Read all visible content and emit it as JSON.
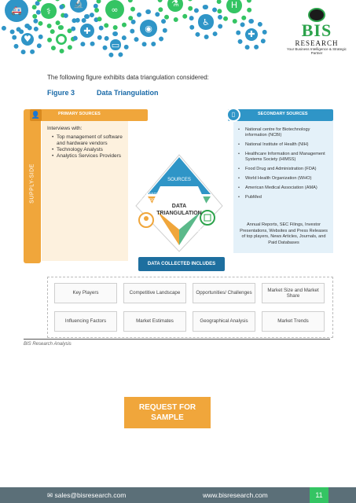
{
  "header": {
    "logo_name": "BIS",
    "logo_sub": "RESEARCH",
    "logo_tagline": "Your Business Intelligence & Strategic Partner",
    "gear_icons": [
      "ambulance-icon",
      "doctor-icon",
      "microscope-icon",
      "heart-rate-icon",
      "pill-icon",
      "syringe-icon",
      "dna-icon",
      "camera-icon",
      "flask-icon",
      "wheelchair-icon",
      "hospital-icon",
      "medicine-icon",
      "bed-icon"
    ]
  },
  "intro_text": "The following figure exhibits data triangulation considered:",
  "figure": {
    "number": "Figure 3",
    "title": "Data Triangulation"
  },
  "diagram": {
    "side_label": "SUPPLY-SIDE",
    "primary": {
      "header": "PRIMARY SOURCES",
      "interviews_title": "Interviews with:",
      "items": [
        "Top management of software and hardware vendors",
        "Technology Analysts",
        "Analytics Services Providers"
      ]
    },
    "secondary": {
      "header": "SECONDARY SOURCES",
      "items": [
        "National centre for Biotechnology information (NCBI)",
        "National Institute of Health (NIH)",
        "Healthcare Information and Management Systems Society (HIMSS)",
        "Food Drug and Administration (FDA)",
        "World Health Organization (WHO)",
        "American Medical Association (AMA)",
        "PubMed"
      ],
      "note": "Annual Reports, SEC Filings, Investor Presentations, Websites and Press Releases of top players, News Articles, Journals, and Paid Databases"
    },
    "center": {
      "sources_label": "SOURCES",
      "title_line1": "DATA",
      "title_line2": "TRIANGULATION",
      "primary_line1": "PRIMARY",
      "primary_line2": "SOURCE",
      "secondary_line1": "SECONDARY",
      "secondary_line2": "SOURCE"
    },
    "collected_header": "DATA COLLECTED INCLUDES",
    "collected_items": [
      "Key Players",
      "Competitive Landscape",
      "Opportunities/ Challenges",
      "Market Size and Market Share",
      "Influencing Factors",
      "Market Estimates",
      "Geographical Analysis",
      "Market Trends"
    ]
  },
  "source_note": "BIS Research Analysis",
  "request_button": {
    "line1": "REQUEST FOR",
    "line2": "SAMPLE"
  },
  "footer": {
    "email": "sales@bisresearch.com",
    "website": "www.bisresearch.com",
    "page_number": "11"
  },
  "colors": {
    "orange": "#f0a63b",
    "blue": "#2f95c7",
    "dark_blue": "#1e6f9f",
    "green": "#34c463",
    "footer_gray": "#5b6f78"
  }
}
